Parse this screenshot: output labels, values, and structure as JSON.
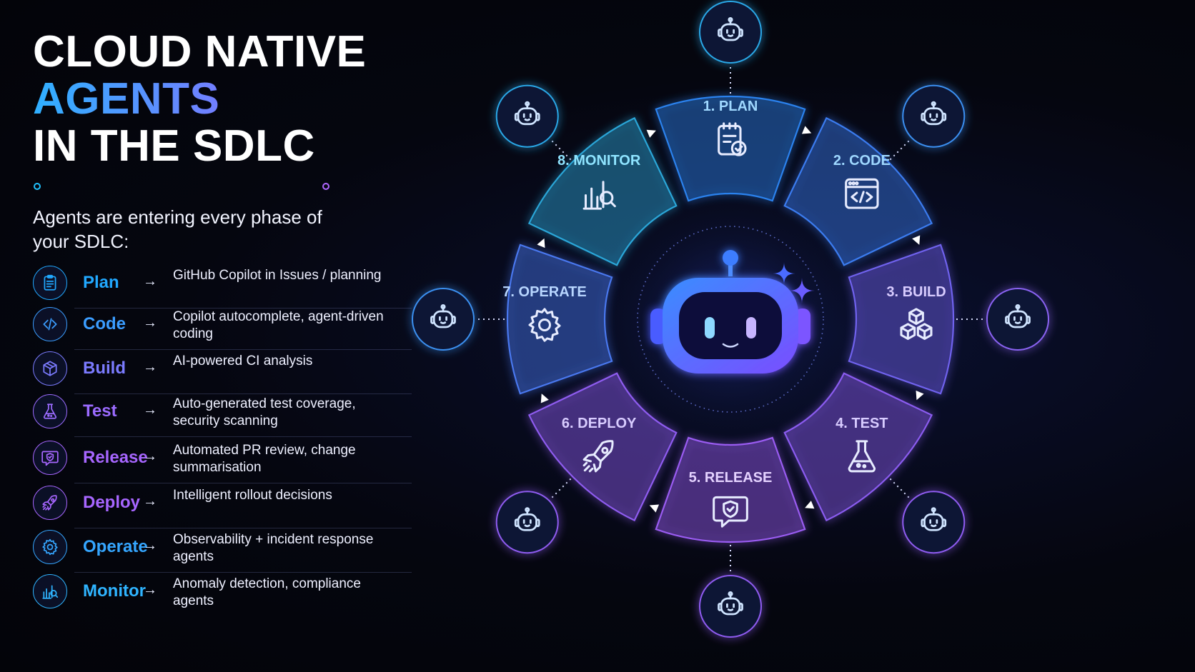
{
  "title": {
    "line1": "CLOUD NATIVE",
    "line2": "AGENTS",
    "line3": "IN THE SDLC"
  },
  "intro": "Agents are entering every phase of your SDLC:",
  "phases": [
    {
      "name": "Plan",
      "arrow": "→",
      "desc": "GitHub Copilot in Issues / planning",
      "icon": "clipboard-icon",
      "color": "#21a8ff"
    },
    {
      "name": "Code",
      "arrow": "→",
      "desc": "Copilot autocomplete, agent-driven coding",
      "icon": "code-icon",
      "color": "#3b9dff"
    },
    {
      "name": "Build",
      "arrow": "→",
      "desc": "AI-powered CI analysis",
      "icon": "cube-icon",
      "color": "#7b7bff"
    },
    {
      "name": "Test",
      "arrow": "→",
      "desc": "Auto-generated test coverage, security scanning",
      "icon": "flask-icon",
      "color": "#9b6bff"
    },
    {
      "name": "Release",
      "arrow": "→",
      "desc": "Automated PR review, change summarisation",
      "icon": "shield-chat-icon",
      "color": "#a766ff"
    },
    {
      "name": "Deploy",
      "arrow": "→",
      "desc": "Intelligent rollout decisions",
      "icon": "rocket-icon",
      "color": "#a766ff"
    },
    {
      "name": "Operate",
      "arrow": "→",
      "desc": "Observability + incident response agents",
      "icon": "gear-icon",
      "color": "#35a6ff"
    },
    {
      "name": "Monitor",
      "arrow": "→",
      "desc": "Anomaly detection, compliance agents",
      "icon": "chart-search-icon",
      "color": "#2fb4ff"
    }
  ],
  "wheel": {
    "segments": [
      {
        "label": "1. PLAN",
        "icon": "clipboard-check-icon"
      },
      {
        "label": "2. CODE",
        "icon": "browser-code-icon"
      },
      {
        "label": "3. BUILD",
        "icon": "cubes-icon"
      },
      {
        "label": "4. TEST",
        "icon": "flask-icon"
      },
      {
        "label": "5. RELEASE",
        "icon": "shield-chat-icon"
      },
      {
        "label": "6. DEPLOY",
        "icon": "rocket-icon"
      },
      {
        "label": "7. OPERATE",
        "icon": "gear-icon"
      },
      {
        "label": "8. MONITOR",
        "icon": "chart-search-icon"
      }
    ],
    "center_icon": "robot-head-icon",
    "orbit_icon": "robot-icon"
  },
  "colors": {
    "background": "#05060f",
    "accent_blue": "#21a8ff",
    "accent_purple": "#a766ff"
  }
}
